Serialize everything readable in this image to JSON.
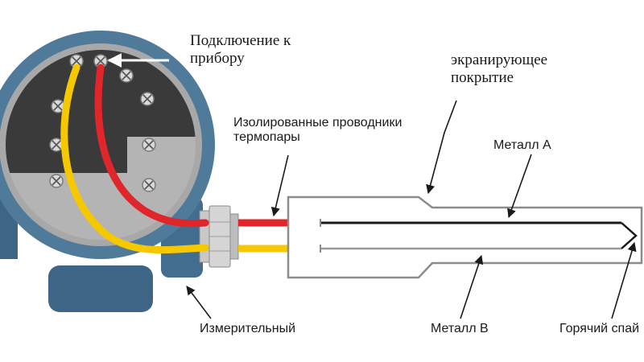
{
  "labels": {
    "device_connection_line1": "Подключение к",
    "device_connection_line2": "прибору",
    "shielding_line1": "экранирующее",
    "shielding_line2": "покрытие",
    "insulated_line1": "Изолированные проводники",
    "insulated_line2": "термопары",
    "metal_a": "Металл А",
    "metal_b": "Металл В",
    "hot_junction": "Горячий спай",
    "measuring": "Измерительный"
  },
  "colors": {
    "housing": "#4f7a9a",
    "housing_dark": "#3e6585",
    "terminal_panel": "#3d3d3d",
    "wire_red": "#e0262b",
    "wire_yellow": "#f5c800",
    "probe_outline": "#8c8c8c",
    "conductor_a": "#1a1a1a"
  },
  "icons": [
    "terminal-screw-icon",
    "arrow-icon"
  ]
}
